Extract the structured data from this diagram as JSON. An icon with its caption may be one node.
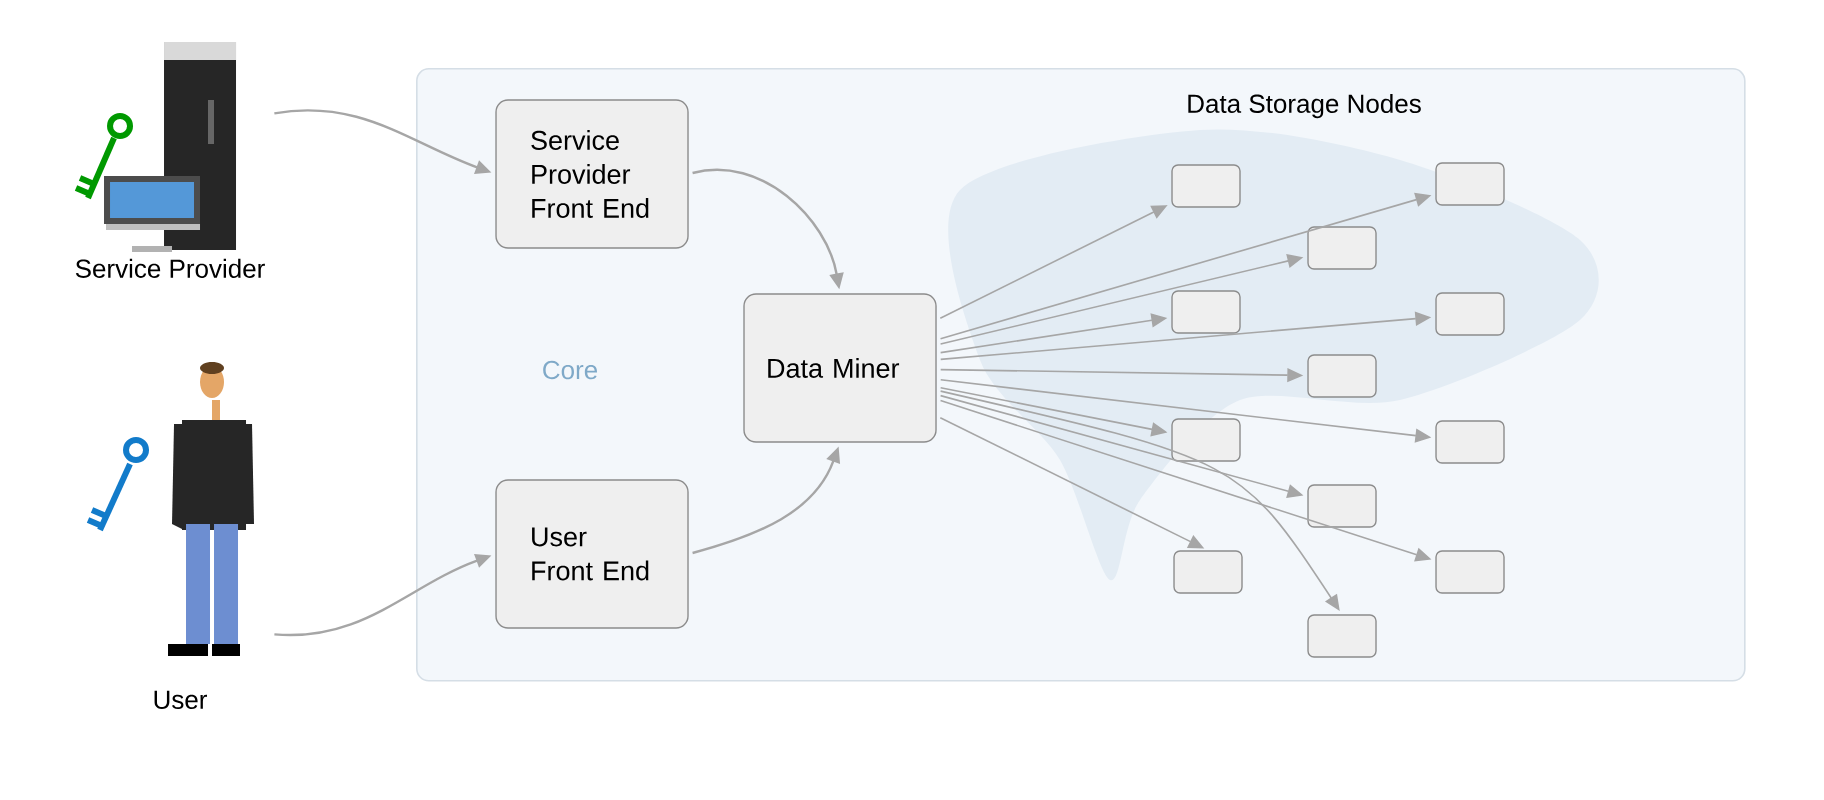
{
  "diagram": {
    "nodes": [
      {
        "text": [
          "Core"
        ]
      },
      {
        "text": [
          "Service Provider"
        ]
      },
      {
        "text": [
          "User"
        ]
      },
      {
        "text": [
          "Service Provider Front End"
        ],
        "in": 0
      },
      {
        "text": [
          "User Front End"
        ],
        "in": 0
      },
      {
        "text": [
          "Data Miner"
        ],
        "in": 0
      },
      {
        "text": [],
        "shape": "box",
        "in": 0
      },
      {
        "text": [],
        "shape": "box",
        "in": 0
      },
      {
        "text": [],
        "shape": "box",
        "in": 0
      },
      {
        "text": [],
        "shape": "box",
        "in": 0
      },
      {
        "text": [],
        "shape": "box",
        "in": 0
      },
      {
        "text": [],
        "shape": "box",
        "in": 0
      },
      {
        "text": [],
        "shape": "box",
        "in": 0
      },
      {
        "text": [],
        "shape": "box",
        "in": 0
      },
      {
        "text": [],
        "shape": "box",
        "in": 0
      },
      {
        "text": [],
        "shape": "box",
        "in": 0
      },
      {
        "text": [],
        "shape": "box",
        "in": 0
      },
      {
        "text": [],
        "shape": "box",
        "in": 0
      }
    ],
    "edges": [
      {
        "from": 1,
        "to": 3,
        "arrow": "to"
      },
      {
        "from": 2,
        "to": 4,
        "arrow": "to"
      },
      {
        "from": 3,
        "to": 5,
        "arrow": "to"
      },
      {
        "from": 4,
        "to": 5,
        "arrow": "to"
      },
      {
        "from": 5,
        "to": 6,
        "arrow": "to"
      },
      {
        "from": 5,
        "to": 7,
        "arrow": "to"
      },
      {
        "from": 5,
        "to": 8,
        "arrow": "to"
      },
      {
        "from": 5,
        "to": 9,
        "arrow": "to"
      },
      {
        "from": 5,
        "to": 10,
        "arrow": "to"
      },
      {
        "from": 5,
        "to": 11,
        "arrow": "to"
      },
      {
        "from": 5,
        "to": 12,
        "arrow": "to"
      },
      {
        "from": 5,
        "to": 13,
        "arrow": "to"
      },
      {
        "from": 5,
        "to": 14,
        "arrow": "to"
      },
      {
        "from": 5,
        "to": 15,
        "arrow": "to"
      },
      {
        "from": 5,
        "to": 16,
        "arrow": "to"
      },
      {
        "from": 5,
        "to": 17,
        "arrow": "to"
      }
    ],
    "labels": [
      "Data Storage Nodes"
    ]
  }
}
